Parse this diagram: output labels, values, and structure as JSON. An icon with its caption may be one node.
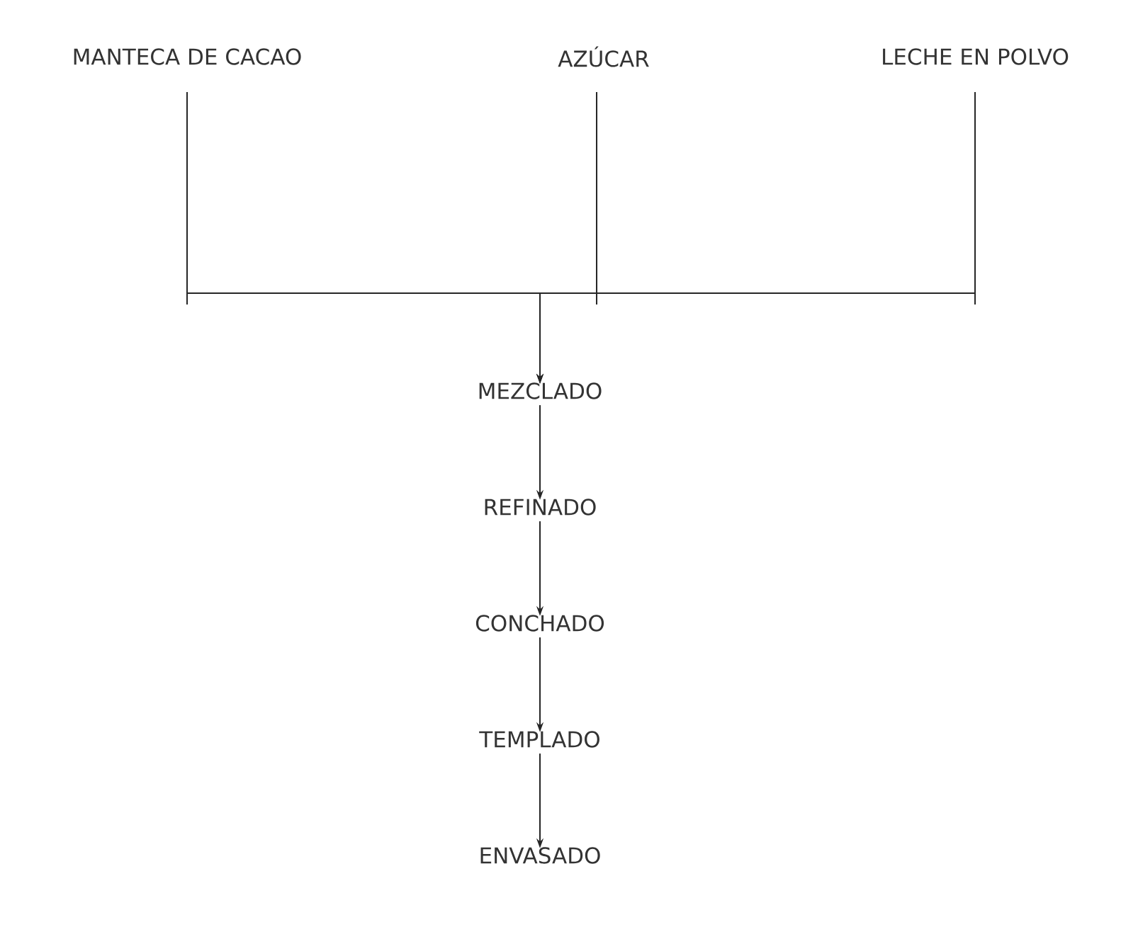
{
  "diagram": {
    "nodes": [
      {
        "text": [
          "MANTECA DE CACAO"
        ]
      },
      {
        "text": [
          "AZÚCAR"
        ]
      },
      {
        "text": [
          "LECHE EN POLVO"
        ]
      },
      {
        "text": [
          "MEZCLADO"
        ]
      },
      {
        "text": [
          "REFINADO"
        ]
      },
      {
        "text": [
          "CONCHADO"
        ]
      },
      {
        "text": [
          "TEMPLADO"
        ]
      },
      {
        "text": [
          "ENVASADO"
        ]
      }
    ],
    "edges": [
      {
        "from": 0,
        "to": 3,
        "arrow": "to"
      },
      {
        "from": 1,
        "to": 3,
        "arrow": "to"
      },
      {
        "from": 2,
        "to": 3,
        "arrow": "to"
      },
      {
        "from": 3,
        "to": 4,
        "arrow": "to"
      },
      {
        "from": 4,
        "to": 5,
        "arrow": "to"
      },
      {
        "from": 5,
        "to": 6,
        "arrow": "to"
      },
      {
        "from": 6,
        "to": 7,
        "arrow": "to"
      }
    ]
  }
}
